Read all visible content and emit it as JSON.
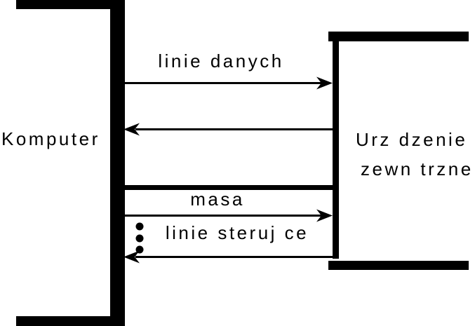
{
  "colors": {
    "ink": "#000000",
    "background": "#ffffff"
  },
  "diagram": {
    "left_node": {
      "label": "Komputer"
    },
    "right_node": {
      "label_line1": "Urz dzenie",
      "label_line2": "zewn trzne"
    },
    "connections": [
      {
        "id": "data-out",
        "label": "linie danych",
        "direction": "right",
        "style": "arrow"
      },
      {
        "id": "data-in",
        "label": "",
        "direction": "left",
        "style": "arrow"
      },
      {
        "id": "ground-bus",
        "label": "",
        "direction": "none",
        "style": "thick-line"
      },
      {
        "id": "ground",
        "label": "masa",
        "direction": "right",
        "style": "arrow"
      },
      {
        "id": "control",
        "label": "linie steruj ce",
        "direction": "left",
        "style": "arrow"
      }
    ],
    "ellipsis_dots": 3
  }
}
